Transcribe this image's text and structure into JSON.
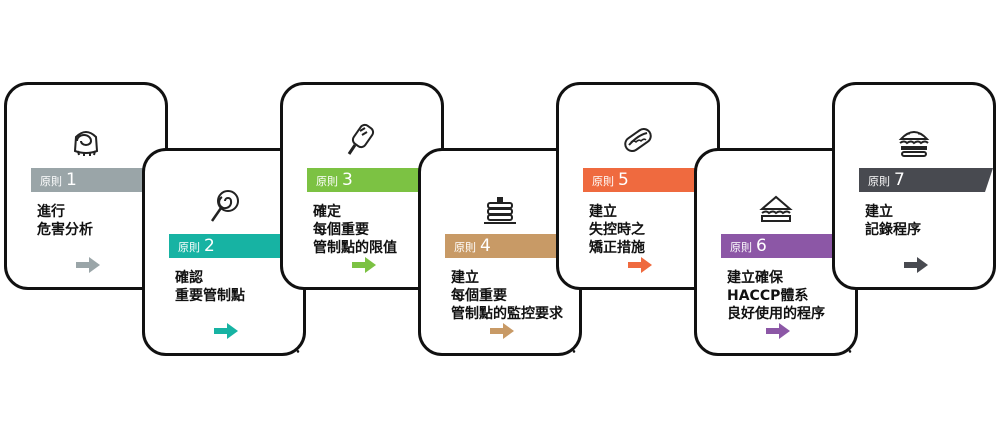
{
  "diagram_data": {
    "type": "process-steps",
    "principle_label": "原則",
    "steps": [
      {
        "label": "原則",
        "number": "1",
        "title_lines": [
          "進行",
          "危害分析"
        ],
        "color": "#9aa5a8",
        "icon": "cinnamon-roll-icon"
      },
      {
        "label": "原則",
        "number": "2",
        "title_lines": [
          "確認",
          "重要管制點"
        ],
        "color": "#17b3a3",
        "icon": "lollipop-icon"
      },
      {
        "label": "原則",
        "number": "3",
        "title_lines": [
          "確定",
          "每個重要",
          "管制點的限值"
        ],
        "color": "#7cc243",
        "icon": "ice-cream-bar-icon"
      },
      {
        "label": "原則",
        "number": "4",
        "title_lines": [
          "建立",
          "每個重要",
          "管制點的監控要求"
        ],
        "color": "#c89a66",
        "icon": "pancakes-icon"
      },
      {
        "label": "原則",
        "number": "5",
        "title_lines": [
          "建立",
          "失控時之",
          "矯正措施"
        ],
        "color": "#ef6a3f",
        "icon": "hot-dog-icon"
      },
      {
        "label": "原則",
        "number": "6",
        "title_lines": [
          "建立確保",
          "HACCP體系",
          "良好使用的程序"
        ],
        "color": "#8c57a6",
        "icon": "sandwich-icon"
      },
      {
        "label": "原則",
        "number": "7",
        "title_lines": [
          "建立",
          "記錄程序"
        ],
        "color": "#484a50",
        "icon": "burger-icon"
      }
    ]
  }
}
